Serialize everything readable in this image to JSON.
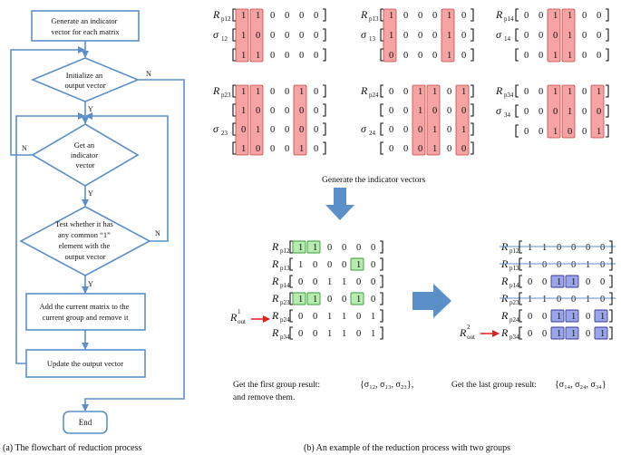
{
  "flowchart": {
    "steps": {
      "generate": [
        "Generate an indicator",
        "vector for each matrix"
      ],
      "init": [
        "Initialize an",
        "output vector"
      ],
      "get": [
        "Get an",
        "indicator",
        "vector"
      ],
      "test": [
        "Test whether it has",
        "any common “1”",
        "element with the",
        "output vector"
      ],
      "add": [
        "Add the current matrix to the",
        "current group and remove it"
      ],
      "update": "Update the output vector",
      "end": "End"
    },
    "labels": {
      "yes": "Y",
      "no": "N"
    },
    "caption": "(a) The flowchart of reduction process"
  },
  "example": {
    "top_blocks": [
      {
        "rows": [
          {
            "label": "R",
            "sub": "p12",
            "vals": [
              "1",
              "1",
              "0",
              "0",
              "0",
              "0"
            ],
            "hl": [
              0,
              1
            ]
          },
          {
            "label": "σ",
            "sub": "12",
            "vals": [
              "1",
              "0",
              "0",
              "0",
              "0",
              "0"
            ],
            "hl": [
              0,
              1
            ]
          },
          {
            "label": "",
            "sub": "",
            "vals": [
              "1",
              "1",
              "0",
              "0",
              "0",
              "0"
            ],
            "hl": [
              0,
              1
            ]
          }
        ]
      },
      {
        "rows": [
          {
            "label": "R",
            "sub": "p13",
            "vals": [
              "1",
              "0",
              "0",
              "0",
              "1",
              "0"
            ],
            "hl": [
              0,
              4
            ]
          },
          {
            "label": "σ",
            "sub": "13",
            "vals": [
              "1",
              "0",
              "0",
              "0",
              "1",
              "0"
            ],
            "hl": [
              0,
              4
            ]
          },
          {
            "label": "",
            "sub": "",
            "vals": [
              "0",
              "0",
              "0",
              "0",
              "1",
              "0"
            ],
            "hl": [
              0,
              4
            ]
          }
        ]
      },
      {
        "rows": [
          {
            "label": "R",
            "sub": "p14",
            "vals": [
              "0",
              "0",
              "1",
              "1",
              "0",
              "0"
            ],
            "hl": [
              2,
              3
            ]
          },
          {
            "label": "σ",
            "sub": "14",
            "vals": [
              "0",
              "0",
              "0",
              "1",
              "0",
              "0"
            ],
            "hl": [
              2,
              3
            ]
          },
          {
            "label": "",
            "sub": "",
            "vals": [
              "0",
              "0",
              "1",
              "1",
              "0",
              "0"
            ],
            "hl": [
              2,
              3
            ]
          }
        ]
      },
      {
        "rows": [
          {
            "label": "R",
            "sub": "p23",
            "vals": [
              "1",
              "1",
              "0",
              "0",
              "1",
              "0"
            ],
            "hl": [
              0,
              1,
              4
            ]
          },
          {
            "label": "",
            "sub": "",
            "vals": [
              "1",
              "0",
              "0",
              "0",
              "0",
              "0"
            ],
            "hl": [
              0,
              1,
              4
            ]
          },
          {
            "label": "σ",
            "sub": "23",
            "vals": [
              "0",
              "1",
              "0",
              "0",
              "0",
              "0"
            ],
            "hl": [
              0,
              1,
              4
            ]
          },
          {
            "label": "",
            "sub": "",
            "vals": [
              "1",
              "0",
              "0",
              "0",
              "1",
              "0"
            ],
            "hl": [
              0,
              1,
              4
            ]
          }
        ]
      },
      {
        "rows": [
          {
            "label": "R",
            "sub": "p24",
            "vals": [
              "0",
              "0",
              "1",
              "1",
              "0",
              "1"
            ],
            "hl": [
              2,
              3,
              5
            ]
          },
          {
            "label": "",
            "sub": "",
            "vals": [
              "0",
              "0",
              "1",
              "0",
              "0",
              "0"
            ],
            "hl": [
              2,
              3,
              5
            ]
          },
          {
            "label": "σ",
            "sub": "24",
            "vals": [
              "0",
              "0",
              "0",
              "1",
              "0",
              "1"
            ],
            "hl": [
              2,
              3,
              5
            ]
          },
          {
            "label": "",
            "sub": "",
            "vals": [
              "0",
              "0",
              "0",
              "1",
              "0",
              "0"
            ],
            "hl": [
              2,
              3,
              5
            ]
          }
        ]
      },
      {
        "rows": [
          {
            "label": "R",
            "sub": "p34",
            "vals": [
              "0",
              "0",
              "1",
              "1",
              "0",
              "1"
            ],
            "hl": [
              2,
              3,
              5
            ]
          },
          {
            "label": "σ",
            "sub": "34",
            "vals": [
              "0",
              "0",
              "0",
              "1",
              "0",
              "0"
            ],
            "hl": [
              2,
              3,
              5
            ]
          },
          {
            "label": "",
            "sub": "",
            "vals": [
              "0",
              "0",
              "1",
              "0",
              "0",
              "1"
            ],
            "hl": [
              2,
              3,
              5
            ]
          }
        ]
      }
    ],
    "generate_caption": "Generate the indicator vectors",
    "first_stage": {
      "rows": [
        {
          "label": "R",
          "sub": "p12",
          "vals": [
            "1",
            "1",
            "0",
            "0",
            "0",
            "0"
          ],
          "hl": [
            0,
            1
          ]
        },
        {
          "label": "R",
          "sub": "p13",
          "vals": [
            "1",
            "0",
            "0",
            "0",
            "1",
            "0"
          ],
          "hl": [
            4
          ]
        },
        {
          "label": "R",
          "sub": "p14",
          "vals": [
            "0",
            "0",
            "1",
            "1",
            "0",
            "0"
          ],
          "hl": []
        },
        {
          "label": "R",
          "sub": "p23",
          "vals": [
            "1",
            "1",
            "0",
            "0",
            "1",
            "0"
          ],
          "hl": [
            0,
            1,
            4
          ]
        },
        {
          "label": "R",
          "sub": "p24",
          "vals": [
            "0",
            "0",
            "1",
            "1",
            "0",
            "1"
          ],
          "hl": []
        },
        {
          "label": "R",
          "sub": "p34",
          "vals": [
            "0",
            "0",
            "1",
            "1",
            "0",
            "1"
          ],
          "hl": []
        }
      ],
      "out_label": "R",
      "out_sup": "1",
      "out_sub": "out",
      "result_prefix": "Get the first group result:",
      "result_set": "{σ₁₂, σ₁₃, σ₂₃},",
      "result_suffix": "and remove them."
    },
    "last_stage": {
      "rows": [
        {
          "label": "R",
          "sub": "p12",
          "vals": [
            "1",
            "1",
            "0",
            "0",
            "0",
            "0"
          ],
          "hl": [],
          "struck": true
        },
        {
          "label": "R",
          "sub": "p13",
          "vals": [
            "1",
            "0",
            "0",
            "0",
            "1",
            "0"
          ],
          "hl": [],
          "struck": true
        },
        {
          "label": "R",
          "sub": "p14",
          "vals": [
            "0",
            "0",
            "1",
            "1",
            "0",
            "0"
          ],
          "hl": [
            2,
            3
          ],
          "struck": false
        },
        {
          "label": "R",
          "sub": "p23",
          "vals": [
            "1",
            "1",
            "0",
            "0",
            "1",
            "0"
          ],
          "hl": [],
          "struck": true
        },
        {
          "label": "R",
          "sub": "p24",
          "vals": [
            "0",
            "0",
            "1",
            "1",
            "0",
            "1"
          ],
          "hl": [
            2,
            3,
            5
          ],
          "struck": false
        },
        {
          "label": "R",
          "sub": "p34",
          "vals": [
            "0",
            "0",
            "1",
            "1",
            "0",
            "1"
          ],
          "hl": [
            2,
            3,
            5
          ],
          "struck": false
        }
      ],
      "out_label": "R",
      "out_sup": "2",
      "out_sub": "out",
      "result_prefix": "Get the last group result:",
      "result_set": "{σ₁₄, σ₂₄, σ₃₄}"
    },
    "caption": "(b) An example of the reduction process with two groups"
  },
  "colors": {
    "flow": "#5b8fc9",
    "pink": "#f6a3a3",
    "green": "#b7ecb0",
    "blue": "#9aa6e8",
    "arrow_red": "#e02020"
  }
}
